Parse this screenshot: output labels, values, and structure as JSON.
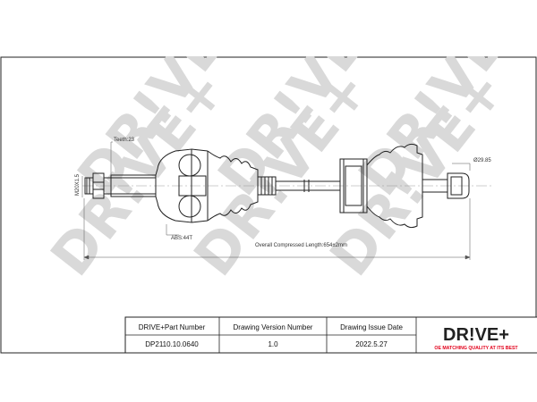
{
  "watermark": {
    "text": "DR!VE+",
    "color": "#d9d9d9",
    "repeats": [
      1,
      2,
      3,
      4,
      5,
      6
    ]
  },
  "labels": {
    "teeth": "Teeth:23",
    "thread": "M20X1.5",
    "abs": "ABS:44T",
    "diameter": "Ø29.85",
    "overall_length": "Overall  Compressed  Length:654±2mm"
  },
  "title_block": {
    "headers": [
      "DRIVE+Part Number",
      "Drawing Version Number",
      "Drawing Issue Date"
    ],
    "values": [
      "DP2110.10.0640",
      "1.0",
      "2022.5.27"
    ]
  },
  "logo": {
    "text": "DR!VE+",
    "tagline": "OE MATCHING QUALITY AT ITS BEST",
    "accent": "#e2001a"
  }
}
